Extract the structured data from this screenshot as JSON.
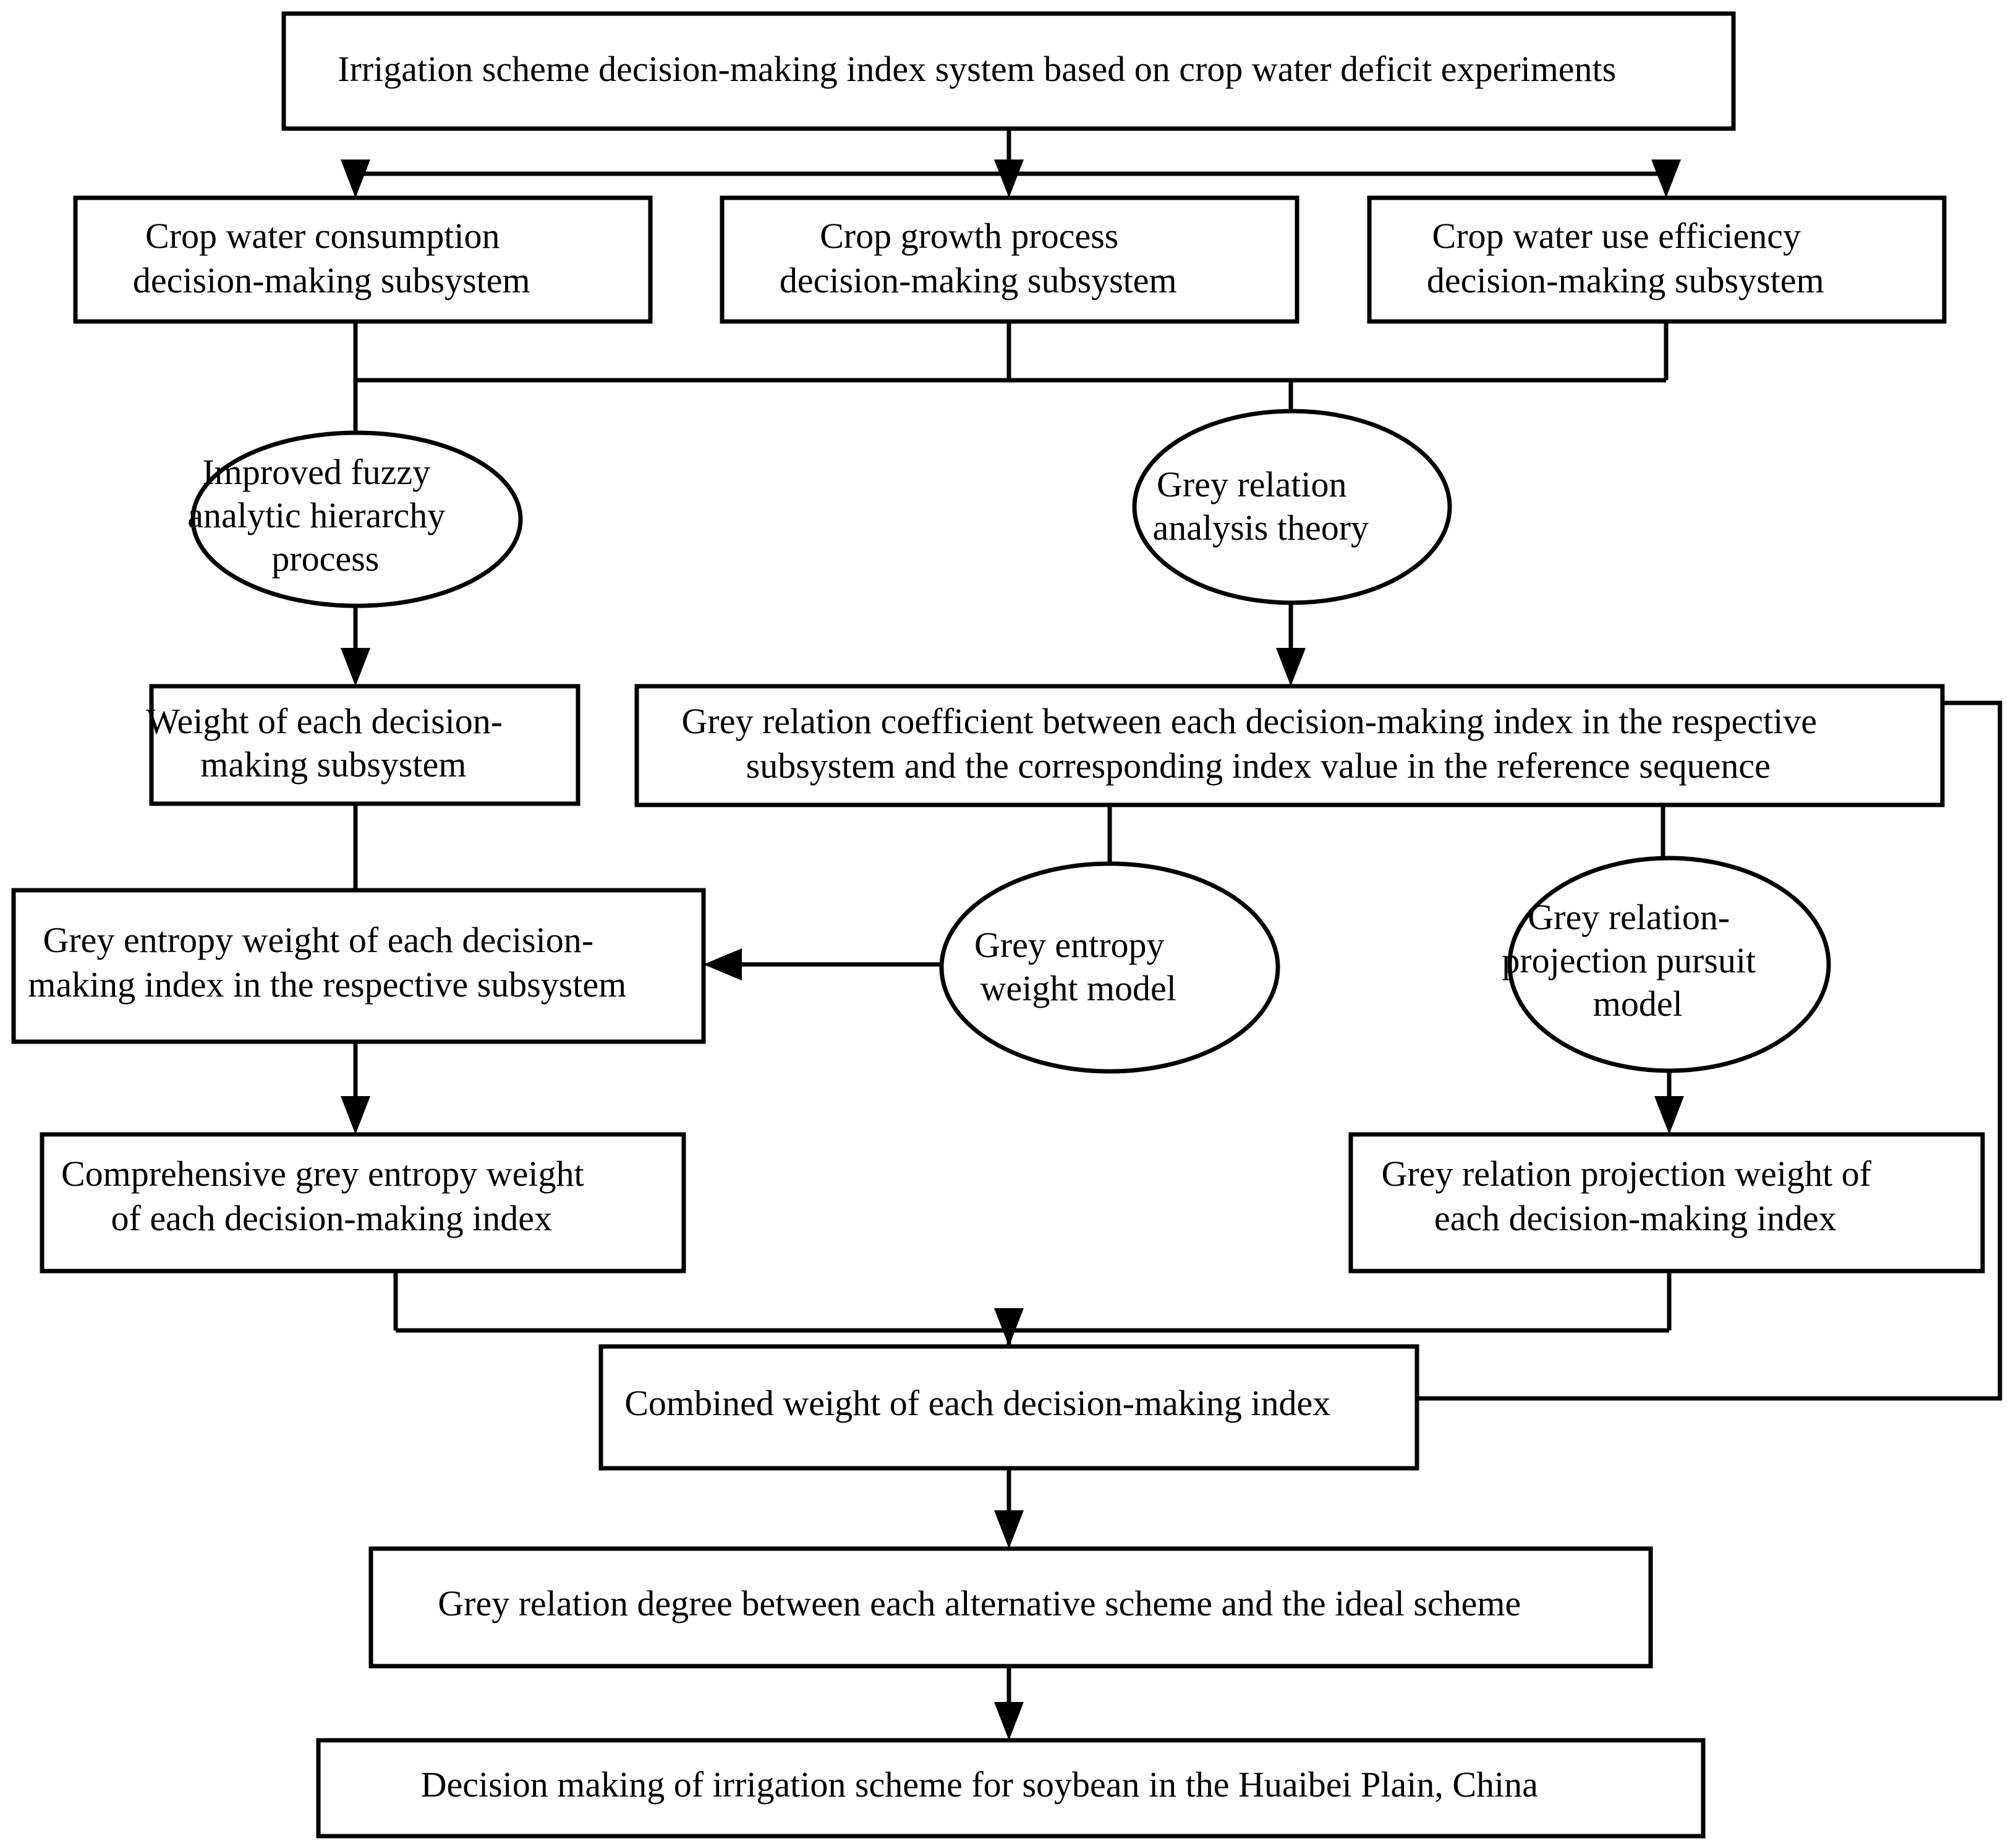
{
  "diagram": {
    "title": "Irrigation scheme decision-making index system flowchart",
    "stroke_color": "#000000",
    "background_color": "#ffffff",
    "nodes": {
      "root_system": {
        "shape": "rectangle",
        "lines": [
          "Irrigation scheme decision-making index system based on crop water deficit experiments"
        ]
      },
      "subsystem_water_consumption": {
        "shape": "rectangle",
        "lines": [
          "Crop water consumption",
          "decision-making subsystem"
        ]
      },
      "subsystem_growth_process": {
        "shape": "rectangle",
        "lines": [
          "Crop growth process",
          "decision-making subsystem"
        ]
      },
      "subsystem_water_use_efficiency": {
        "shape": "rectangle",
        "lines": [
          "Crop water use efficiency",
          "decision-making subsystem"
        ]
      },
      "method_fuzzy_ahp": {
        "shape": "ellipse",
        "lines": [
          "Improved fuzzy",
          "analytic hierarchy",
          "process"
        ]
      },
      "method_grey_relation_theory": {
        "shape": "ellipse",
        "lines": [
          "Grey relation",
          "analysis theory"
        ]
      },
      "weight_subsystem": {
        "shape": "rectangle",
        "lines": [
          "Weight of each decision-",
          "making subsystem"
        ]
      },
      "grey_relation_coefficient": {
        "shape": "rectangle",
        "lines": [
          "Grey relation coefficient between each decision-making index in the respective",
          "subsystem and the corresponding index value in the reference sequence"
        ]
      },
      "grey_entropy_weight_index": {
        "shape": "rectangle",
        "lines": [
          "Grey entropy weight of each decision-",
          "making index in the respective subsystem"
        ]
      },
      "method_grey_entropy_weight_model": {
        "shape": "ellipse",
        "lines": [
          "Grey entropy",
          "weight model"
        ]
      },
      "method_grey_relation_projection_pursuit": {
        "shape": "ellipse",
        "lines": [
          "Grey relation-",
          "projection pursuit",
          "model"
        ]
      },
      "comprehensive_grey_entropy_weight": {
        "shape": "rectangle",
        "lines": [
          "Comprehensive grey entropy weight",
          "of each decision-making index"
        ]
      },
      "grey_relation_projection_weight": {
        "shape": "rectangle",
        "lines": [
          "Grey relation projection weight of",
          "each decision-making index"
        ]
      },
      "combined_weight": {
        "shape": "rectangle",
        "lines": [
          "Combined weight of each decision-making index"
        ]
      },
      "grey_relation_degree": {
        "shape": "rectangle",
        "lines": [
          "Grey relation degree between each alternative scheme and the ideal scheme"
        ]
      },
      "final_decision": {
        "shape": "rectangle",
        "lines": [
          "Decision making of irrigation scheme for soybean in the Huaibei Plain, China"
        ]
      }
    }
  }
}
